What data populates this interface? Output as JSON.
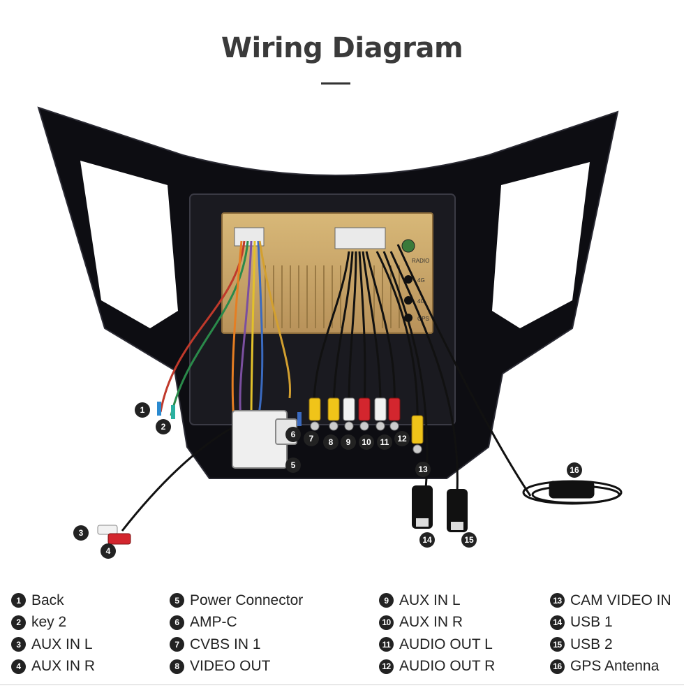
{
  "header": {
    "title": "Wiring Diagram"
  },
  "callouts": [
    "1",
    "2",
    "3",
    "4",
    "5",
    "6",
    "7",
    "8",
    "9",
    "10",
    "11",
    "12",
    "13",
    "14",
    "15",
    "16"
  ],
  "legend": {
    "col1": [
      {
        "num": "1",
        "label": "Back"
      },
      {
        "num": "2",
        "label": "key 2"
      },
      {
        "num": "3",
        "label": "AUX IN L"
      },
      {
        "num": "4",
        "label": "AUX IN R"
      }
    ],
    "col2": [
      {
        "num": "5",
        "label": "Power Connector"
      },
      {
        "num": "6",
        "label": "AMP-C"
      },
      {
        "num": "7",
        "label": "CVBS IN 1"
      },
      {
        "num": "8",
        "label": "VIDEO OUT"
      }
    ],
    "col3": [
      {
        "num": "9",
        "label": "AUX IN L"
      },
      {
        "num": "10",
        "label": "AUX IN R"
      },
      {
        "num": "11",
        "label": "AUDIO OUT L"
      },
      {
        "num": "12",
        "label": "AUDIO OUT R"
      }
    ],
    "col4": [
      {
        "num": "13",
        "label": "CAM VIDEO IN"
      },
      {
        "num": "14",
        "label": "USB 1"
      },
      {
        "num": "15",
        "label": "USB 2"
      },
      {
        "num": "16",
        "label": "GPS Antenna"
      }
    ]
  },
  "unit_labels": {
    "radio": "RADIO",
    "4g_a": "4G",
    "4g_b": "4G",
    "gps": "GPS"
  },
  "colors": {
    "frame": "#0d0d12",
    "unit_gold": "#c9a566",
    "rca_yellow": "#f0c419",
    "rca_red": "#d3262e",
    "rca_white": "#f2f2f2",
    "badge": "#222222"
  }
}
